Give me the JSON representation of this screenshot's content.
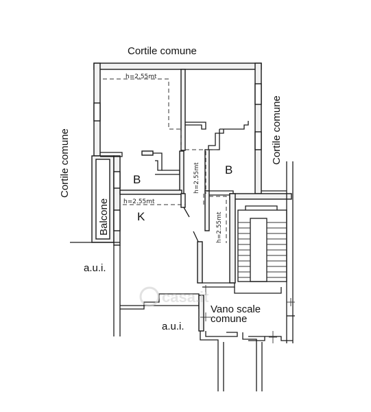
{
  "plan": {
    "labels": {
      "cortile_top": "Cortile comune",
      "cortile_left": "Cortile comune",
      "cortile_right": "Cortile comune",
      "balcone": "Balcone",
      "room_b_left": "B",
      "room_b_right": "B",
      "room_k": "K",
      "aui_top": "a.u.i.",
      "aui_bottom": "a.u.i.",
      "vano_scale_line1": "Vano scale",
      "vano_scale_line2": "comune"
    },
    "heights": {
      "top": "h=2.55mt",
      "middle": "h=2.55mt",
      "corridor": "h=2.55mt",
      "right": "h=2.55mt"
    },
    "watermark": "casa.it"
  }
}
